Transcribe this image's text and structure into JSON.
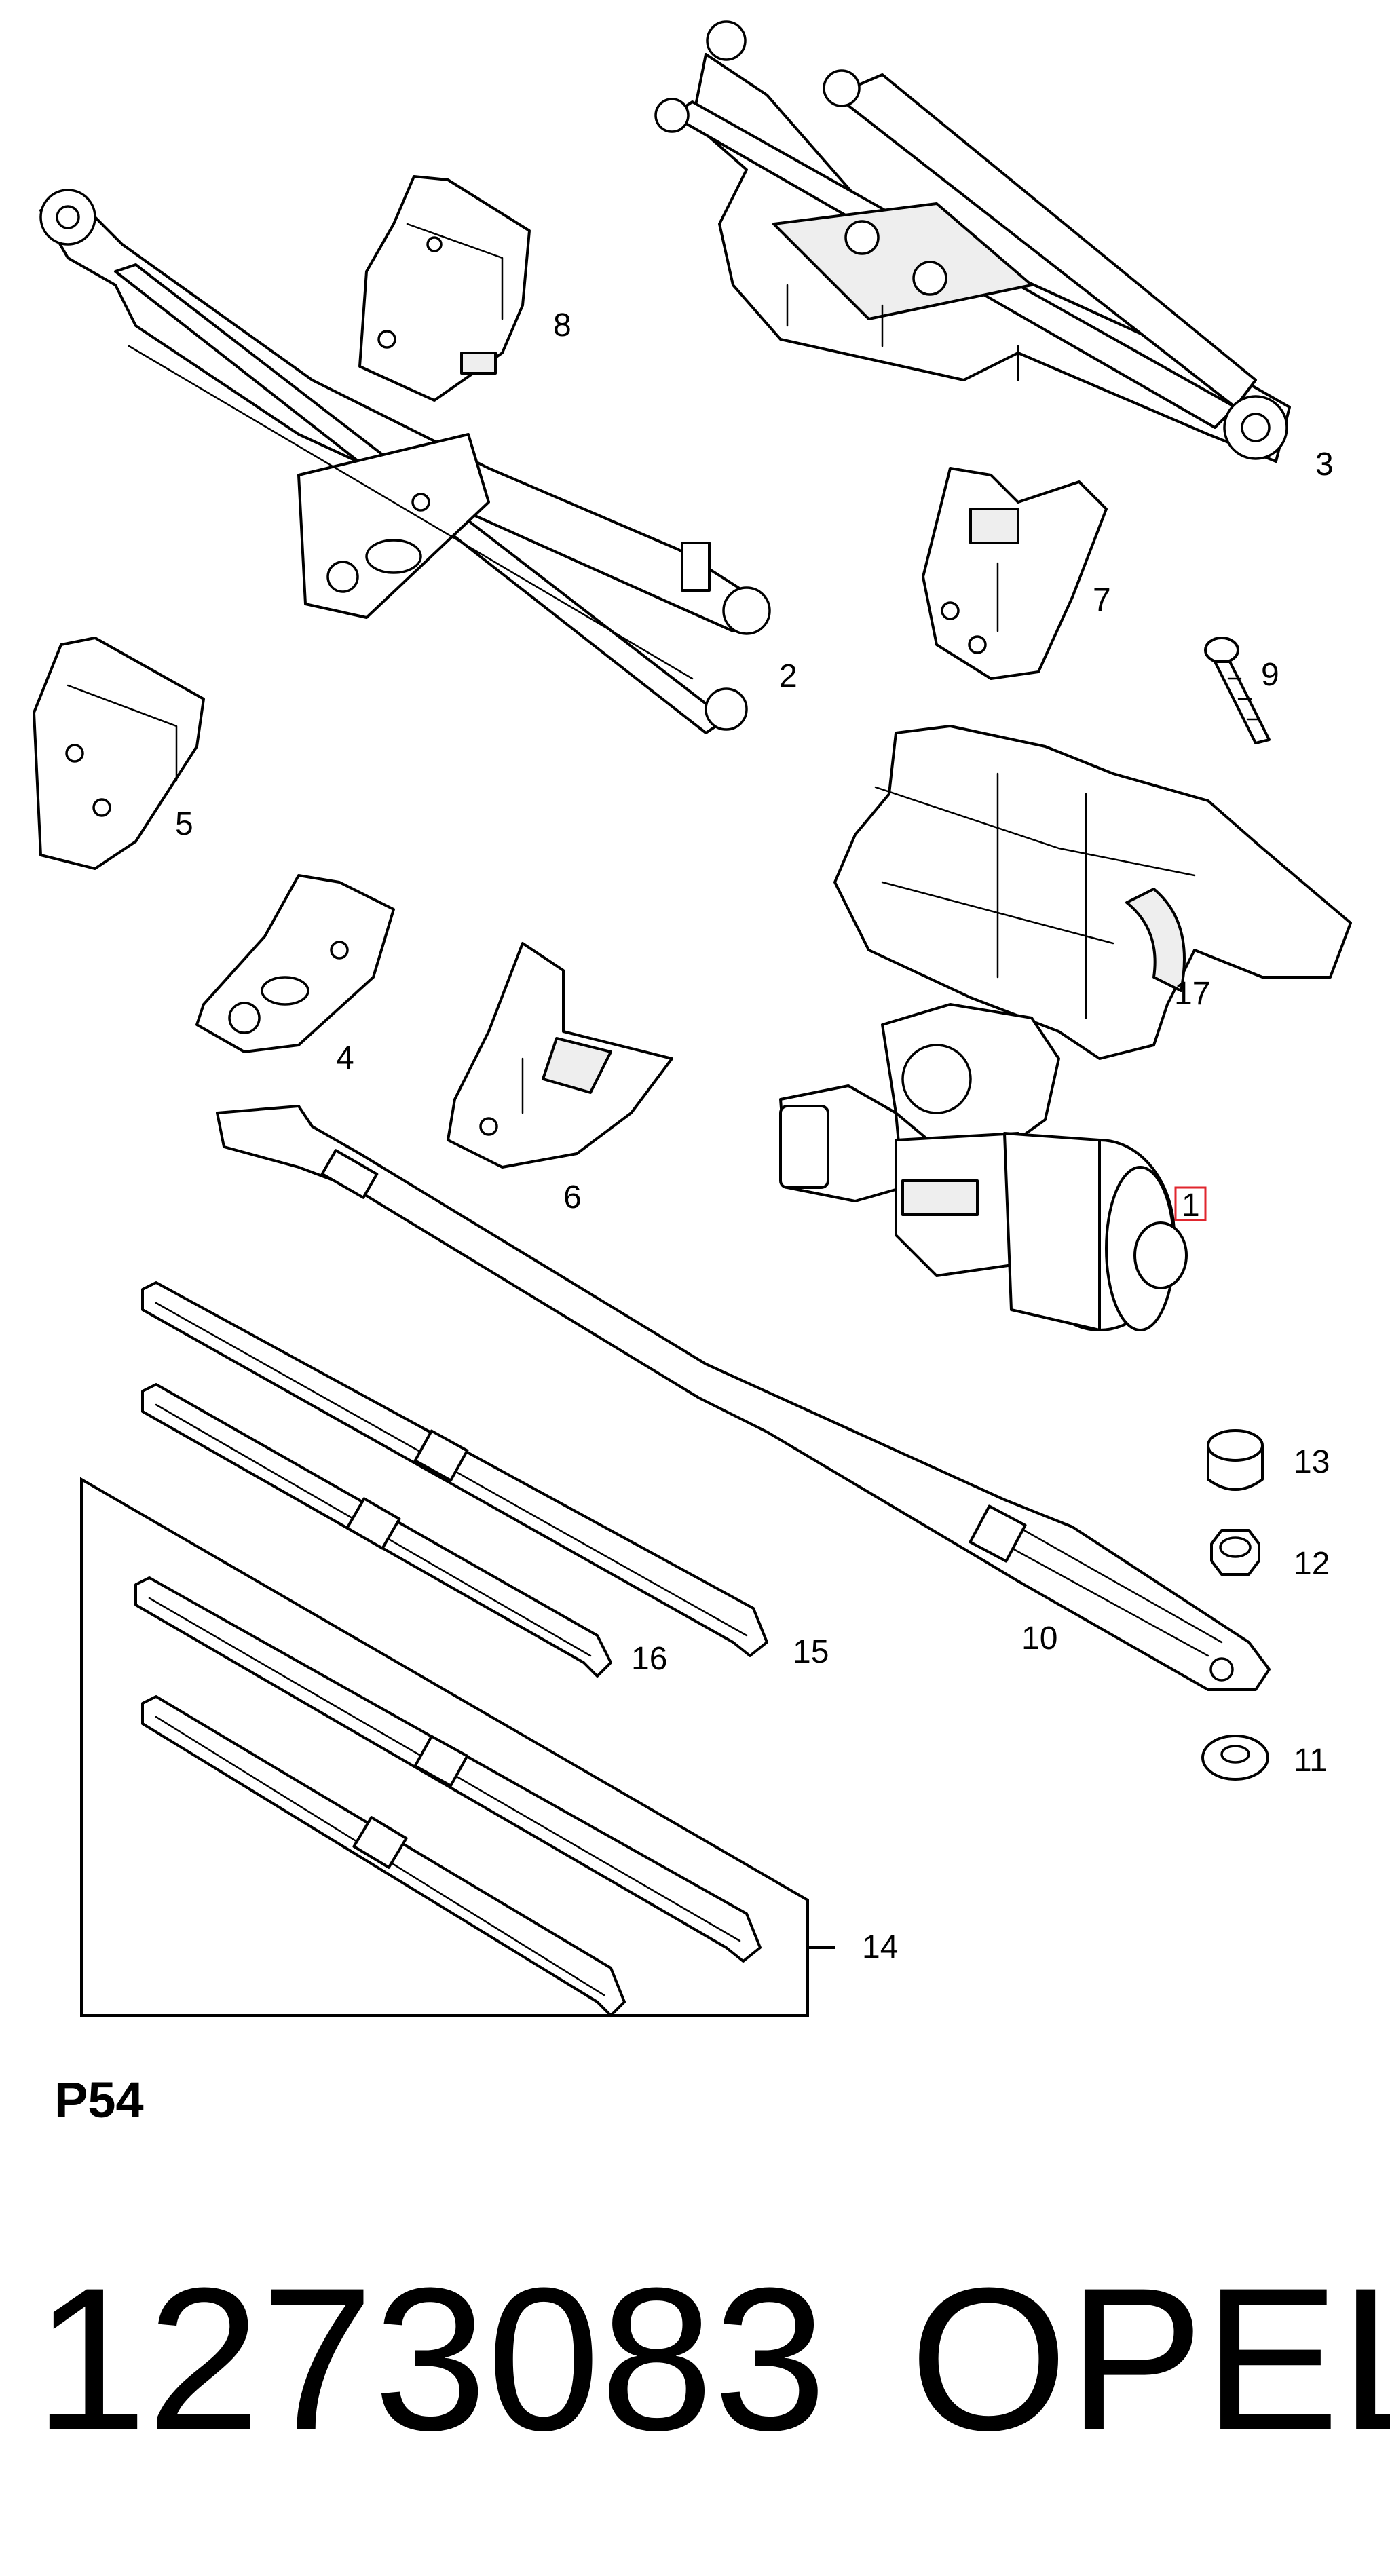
{
  "callouts": {
    "c1": "1",
    "c2": "2",
    "c3": "3",
    "c4": "4",
    "c5": "5",
    "c6": "6",
    "c7": "7",
    "c8": "8",
    "c9": "9",
    "c10": "10",
    "c11": "11",
    "c12": "12",
    "c13": "13",
    "c14": "14",
    "c15": "15",
    "c16": "16",
    "c17": "17"
  },
  "highlight_color": "#e0262e",
  "section_code": "P54",
  "part_number": "1273083",
  "brand": "OPEL"
}
